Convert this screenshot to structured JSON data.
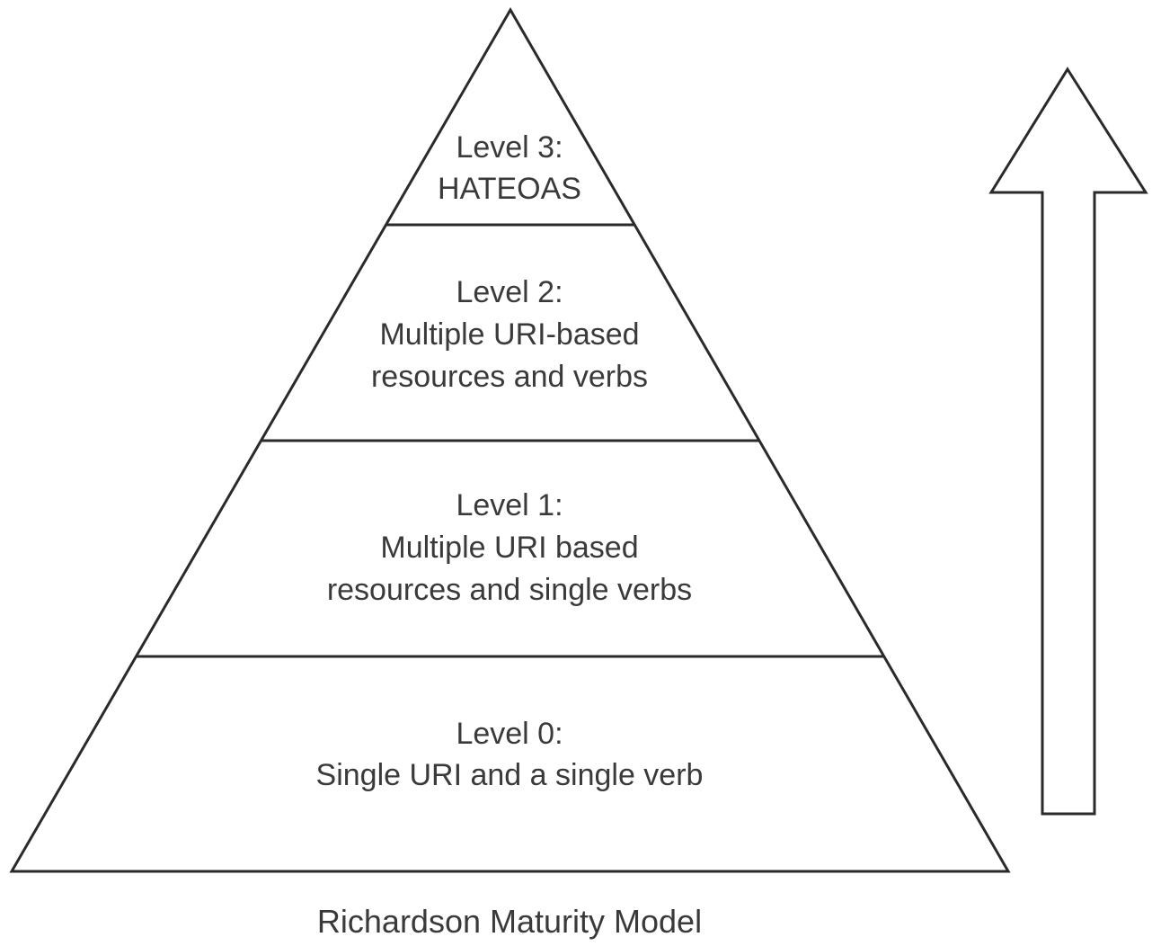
{
  "levels": [
    {
      "title": "Level 3:",
      "lines": [
        "HATEOAS"
      ]
    },
    {
      "title": "Level 2:",
      "lines": [
        "Multiple URI-based",
        "resources and verbs"
      ]
    },
    {
      "title": "Level 1:",
      "lines": [
        "Multiple URI based",
        "resources and single verbs"
      ]
    },
    {
      "title": "Level 0:",
      "lines": [
        "Single URI and a single verb"
      ]
    }
  ],
  "caption": "Richardson Maturity Model",
  "colors": {
    "stroke": "#2a2a2a",
    "text": "#3a3a3a",
    "background": "#ffffff"
  },
  "icons": {
    "arrow": "up-arrow-icon"
  }
}
